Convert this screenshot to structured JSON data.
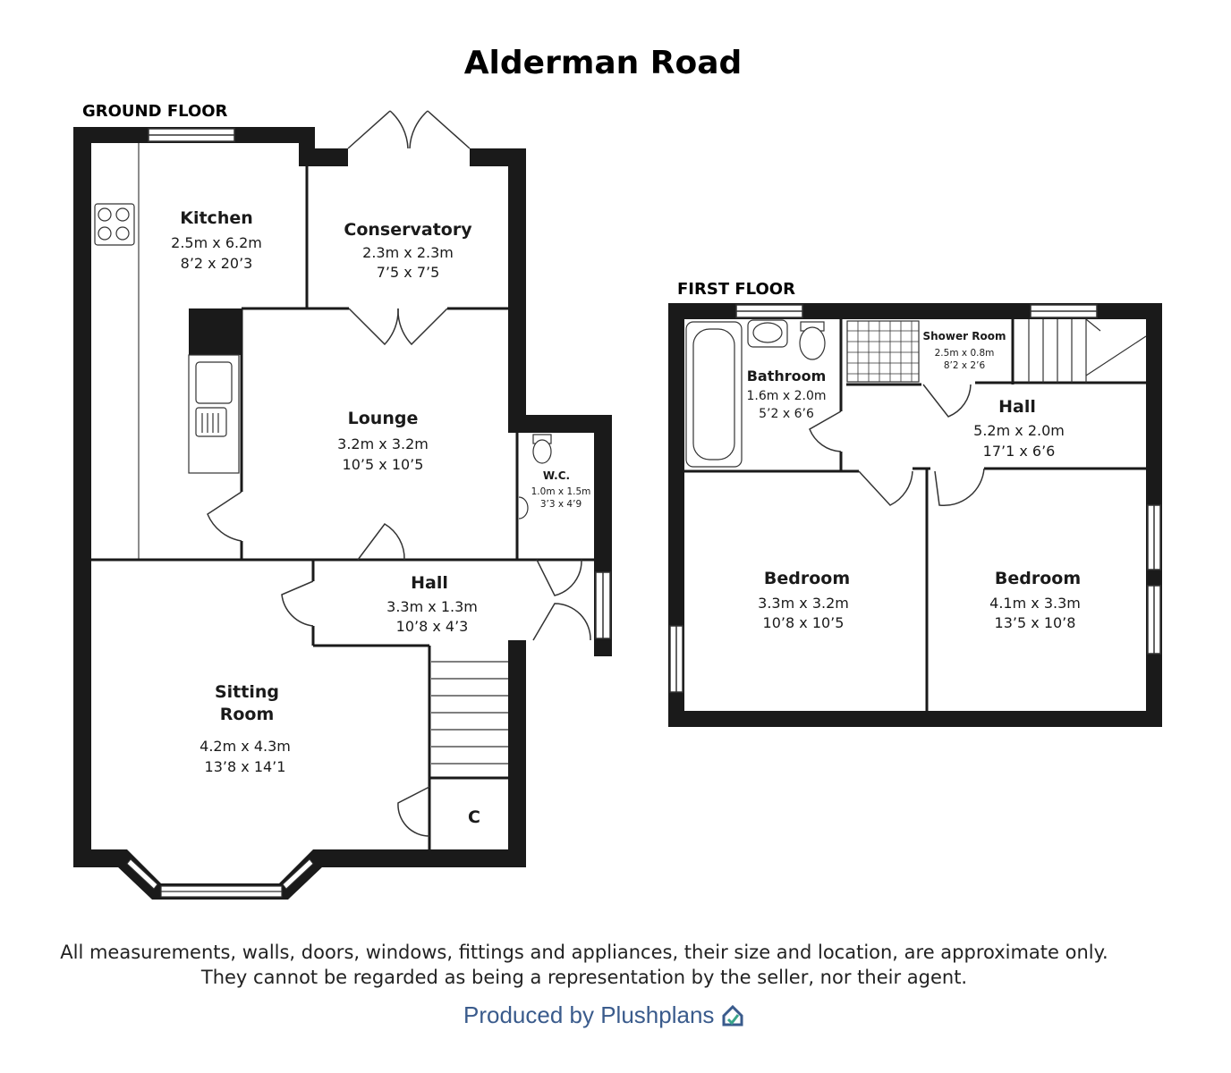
{
  "title": "Alderman Road",
  "ground_floor": {
    "label": "GROUND FLOOR",
    "rooms": {
      "kitchen": {
        "name": "Kitchen",
        "metric": "2.5m x 6.2m",
        "imperial": "8’2 x 20’3"
      },
      "conservatory": {
        "name": "Conservatory",
        "metric": "2.3m x 2.3m",
        "imperial": "7’5 x 7’5"
      },
      "lounge": {
        "name": "Lounge",
        "metric": "3.2m x 3.2m",
        "imperial": "10’5 x 10’5"
      },
      "wc": {
        "name": "W.C.",
        "metric": "1.0m x 1.5m",
        "imperial": "3’3 x 4’9"
      },
      "hall": {
        "name": "Hall",
        "metric": "3.3m x 1.3m",
        "imperial": "10’8 x 4’3"
      },
      "sitting_line1": "Sitting",
      "sitting_line2": "Room",
      "sitting": {
        "metric": "4.2m x 4.3m",
        "imperial": "13’8 x 14’1"
      },
      "cupboard": "C"
    }
  },
  "first_floor": {
    "label": "FIRST FLOOR",
    "rooms": {
      "bathroom": {
        "name": "Bathroom",
        "metric": "1.6m x 2.0m",
        "imperial": "5’2 x 6’6"
      },
      "shower": {
        "name": "Shower Room",
        "metric": "2.5m x 0.8m",
        "imperial": "8’2 x 2’6"
      },
      "hall": {
        "name": "Hall",
        "metric": "5.2m x 2.0m",
        "imperial": "17’1 x 6’6"
      },
      "bedroom1": {
        "name": "Bedroom",
        "metric": "3.3m x 3.2m",
        "imperial": "10’8 x 10’5"
      },
      "bedroom2": {
        "name": "Bedroom",
        "metric": "4.1m x 3.3m",
        "imperial": "13’5 x 10’8"
      }
    }
  },
  "disclaimer": {
    "line1": "All measurements, walls, doors, windows, fittings and appliances, their size and location, are approximate only.",
    "line2": "They cannot be regarded as being a representation by the seller, nor their agent."
  },
  "credit": "Produced by Plushplans",
  "colors": {
    "wall": "#1a1a1a",
    "line": "#333333",
    "brand": "#3a5b8c",
    "logo_accent": "#3aa58a"
  }
}
